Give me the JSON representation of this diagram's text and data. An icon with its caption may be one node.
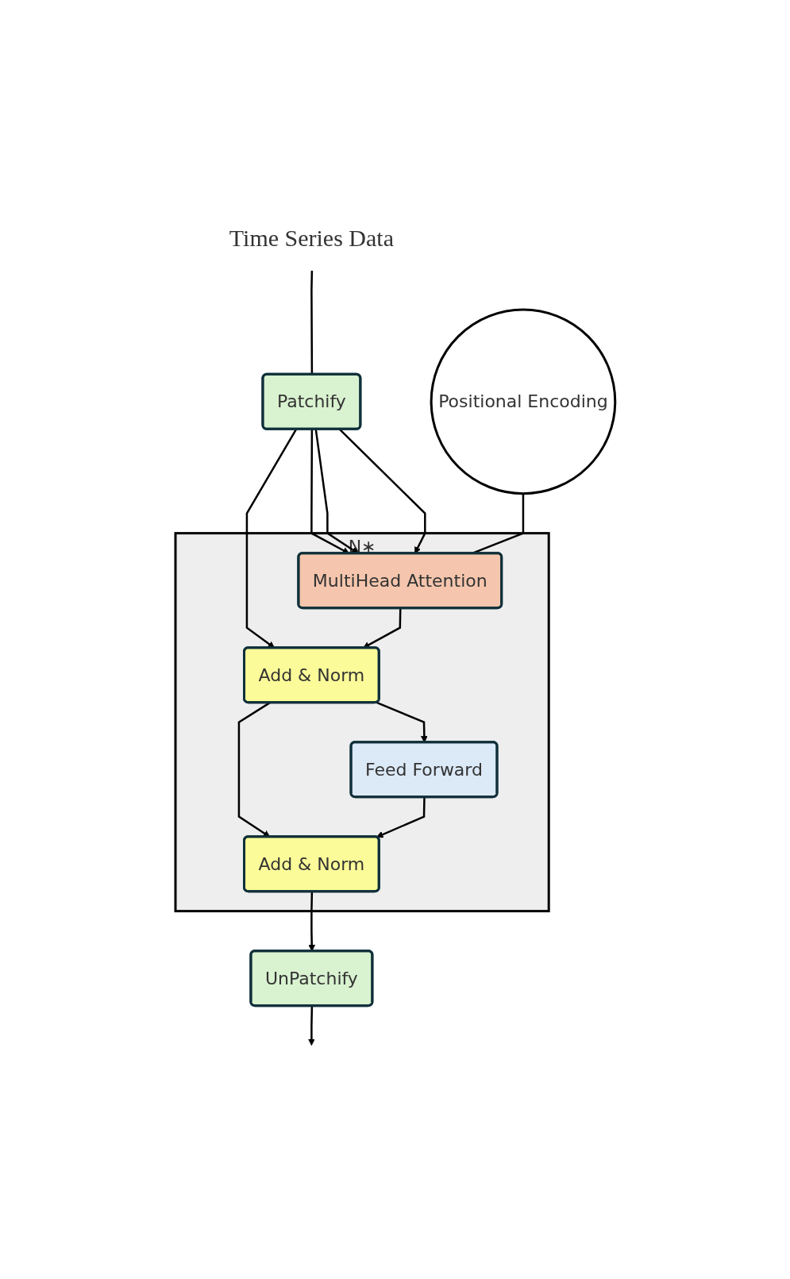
{
  "diagram": {
    "nodes": [
      {
        "text": [
          "Time Series Data"
        ]
      },
      {
        "text": [
          "Patchify"
        ]
      },
      {
        "text": [
          "Positional Encoding"
        ]
      },
      {
        "text": [
          "N∗"
        ]
      },
      {
        "text": [
          "MultiHead Attention"
        ],
        "in": 3
      },
      {
        "text": [
          "Add & Norm"
        ],
        "in": 3
      },
      {
        "text": [
          "Feed Forward"
        ],
        "in": 3
      },
      {
        "text": [
          "Add & Norm"
        ],
        "in": 3
      },
      {
        "text": [
          "UnPatchify"
        ]
      }
    ],
    "edges": [
      {
        "from": 0,
        "to": 1,
        "arrow": "none"
      },
      {
        "from": 1,
        "to": 4,
        "arrow": "to"
      },
      {
        "from": 1,
        "to": 4,
        "arrow": "to"
      },
      {
        "from": 1,
        "to": 4,
        "arrow": "to"
      },
      {
        "from": 1,
        "to": 5,
        "arrow": "to"
      },
      {
        "from": 2,
        "to": 4,
        "arrow": "none"
      },
      {
        "from": 4,
        "to": 5,
        "arrow": "to"
      },
      {
        "from": 5,
        "to": 6,
        "arrow": "to"
      },
      {
        "from": 5,
        "to": 7,
        "arrow": "to"
      },
      {
        "from": 6,
        "to": 7,
        "arrow": "to"
      },
      {
        "from": 7,
        "to": 8,
        "arrow": "to"
      },
      {
        "from": 8,
        "to": null,
        "arrow": "to"
      }
    ]
  }
}
